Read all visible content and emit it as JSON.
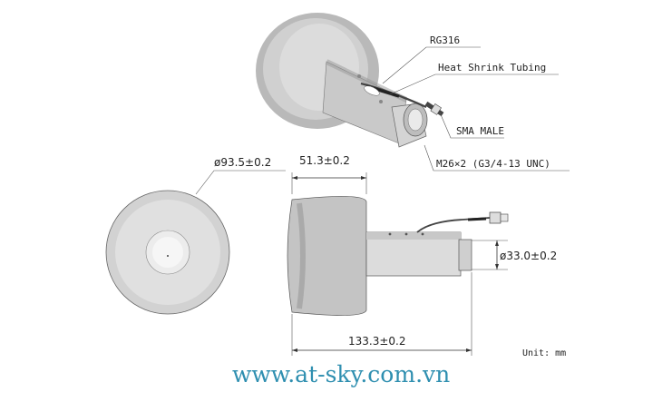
{
  "labels": {
    "cable": "RG316",
    "tubing": "Heat Shrink Tubing",
    "connector": "SMA MALE",
    "thread": "M26×2 (G3/4-13 UNC)"
  },
  "dimensions": {
    "diameter": "ø93.5±0.2",
    "height": "51.3±0.2",
    "mount_diameter": "ø33.0±0.2",
    "total_length": "133.3±0.2"
  },
  "unit": "Unit: mm",
  "website": "www.at-sky.com.vn"
}
